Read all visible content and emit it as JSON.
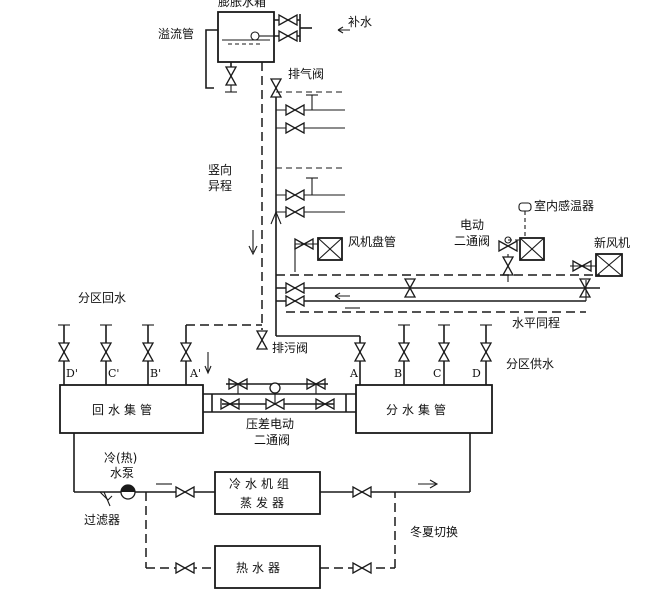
{
  "labels": {
    "tank": "膨胀水箱",
    "overflow": "溢流管",
    "makeup": "补水",
    "vent": "排气阀",
    "riser_1": "竖向",
    "riser_2": "异程",
    "indoor_sensor": "室内感温器",
    "electric_valve_1": "电动",
    "electric_valve_2": "二通阀",
    "fan_coil": "风机盘管",
    "fresh_air": "新风机",
    "horizontal": "水平同程",
    "zone_return": "分区回水",
    "zone_supply": "分区供水",
    "drain": "排污阀",
    "return_header": "回水集管",
    "supply_header": "分水集管",
    "dp_valve_1": "压差电动",
    "dp_valve_2": "二通阀",
    "pump_1": "冷(热)",
    "pump_2": "水泵",
    "filter": "过滤器",
    "chiller_1": "冷水机组",
    "chiller_2": "蒸发器",
    "switch": "冬夏切换",
    "heater": "热水器"
  },
  "branch_letters": {
    "return": [
      "D'",
      "C'",
      "B'",
      "A'"
    ],
    "supply": [
      "A",
      "B",
      "C",
      "D"
    ]
  }
}
